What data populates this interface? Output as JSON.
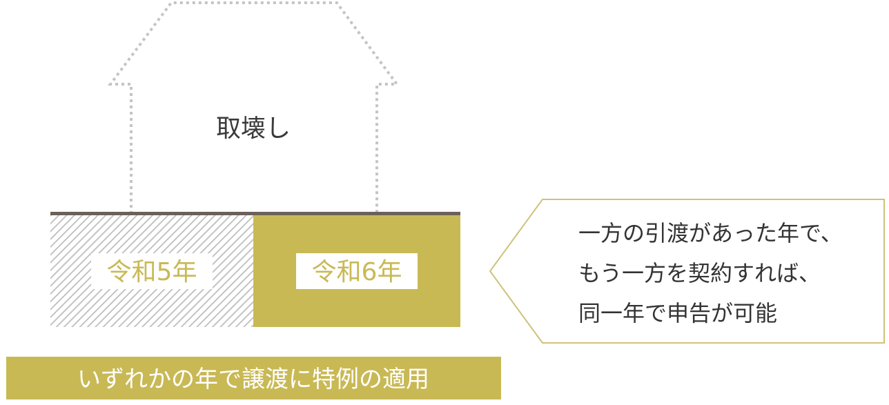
{
  "house": {
    "label": "取壊し"
  },
  "plots": [
    {
      "label": "令和5年"
    },
    {
      "label": "令和6年"
    }
  ],
  "callout": {
    "lines": [
      "一方の引渡があった年で、",
      "もう一方を契約すれば、",
      "同一年で申告が可能"
    ]
  },
  "bottom_bar": {
    "text": "いずれかの年で譲渡に特例の適用"
  },
  "colors": {
    "gold": "#c9b955",
    "ground_line": "#6b615a",
    "hatch": "#bcbcbc",
    "dotted_outline": "#c4c4c4",
    "callout_border": "#cfc179"
  }
}
